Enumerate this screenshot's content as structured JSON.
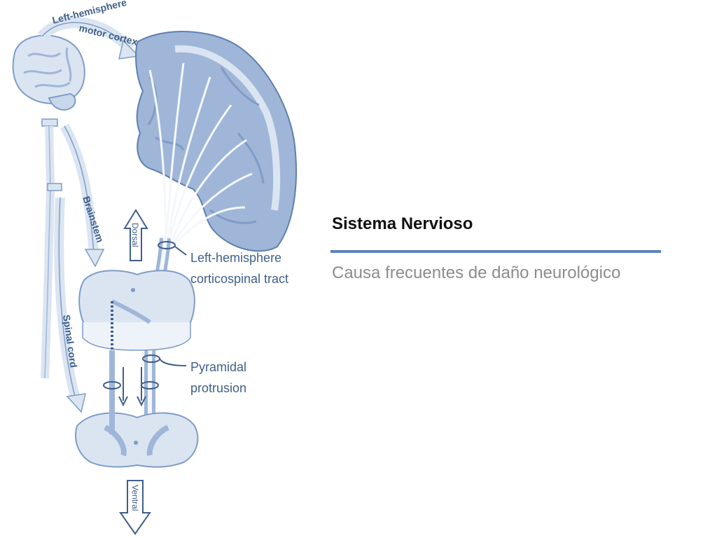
{
  "slide": {
    "title": "Sistema Nervioso",
    "subtitle": "Causa frecuentes de daño neurológico"
  },
  "diagram": {
    "labels": {
      "motor_cortex_line1": "Left-hemisphere",
      "motor_cortex_line2": "motor cortex",
      "brainstem": "Brainstem",
      "spinal_cord": "Spinal cord",
      "dorsal": "Dorsal",
      "ventral": "Ventral",
      "tract_line1": "Left-hemisphere",
      "tract_line2": "corticospinal tract",
      "pyramidal_line1": "Pyramidal",
      "pyramidal_line2": "protrusion"
    },
    "colors": {
      "tissue": "#9fb6d8",
      "tissue_dark": "#7f9cc6",
      "tissue_light": "#dbe5f2",
      "outline": "#3f5f8a",
      "tract": "#f4f7fb",
      "accent_rule": "#5b84b8"
    }
  }
}
